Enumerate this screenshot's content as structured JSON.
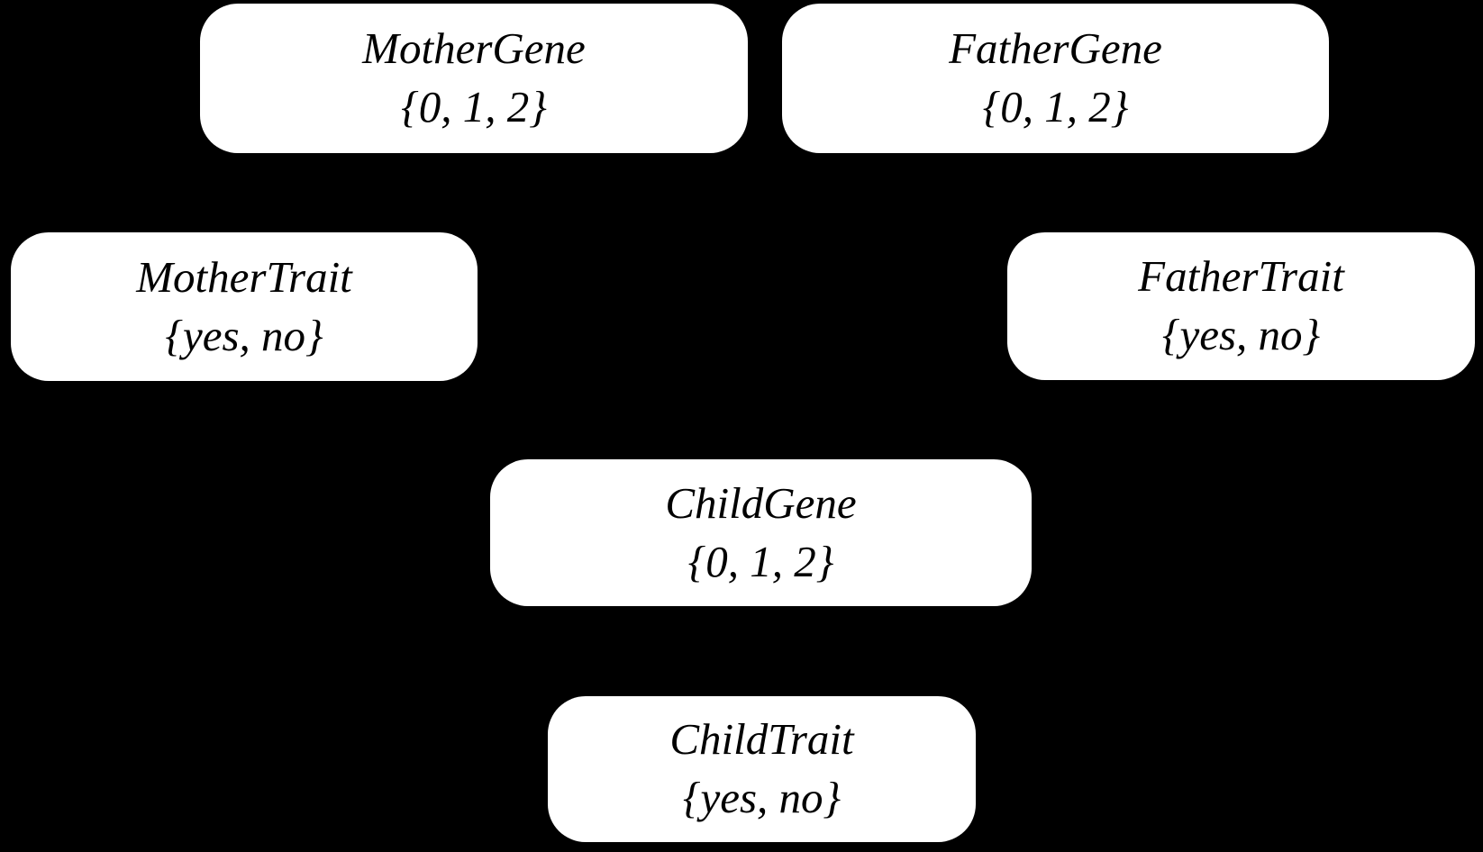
{
  "diagram": {
    "type": "bayesian-network",
    "background_color": "#000000",
    "node_fill_color": "#ffffff",
    "node_text_color": "#000000",
    "nodes": [
      {
        "id": "mother-gene",
        "label": "MotherGene",
        "values": "{0, 1, 2}"
      },
      {
        "id": "father-gene",
        "label": "FatherGene",
        "values": "{0, 1, 2}"
      },
      {
        "id": "mother-trait",
        "label": "MotherTrait",
        "values": "{yes, no}"
      },
      {
        "id": "father-trait",
        "label": "FatherTrait",
        "values": "{yes, no}"
      },
      {
        "id": "child-gene",
        "label": "ChildGene",
        "values": "{0, 1, 2}"
      },
      {
        "id": "child-trait",
        "label": "ChildTrait",
        "values": "{yes, no}"
      }
    ]
  }
}
